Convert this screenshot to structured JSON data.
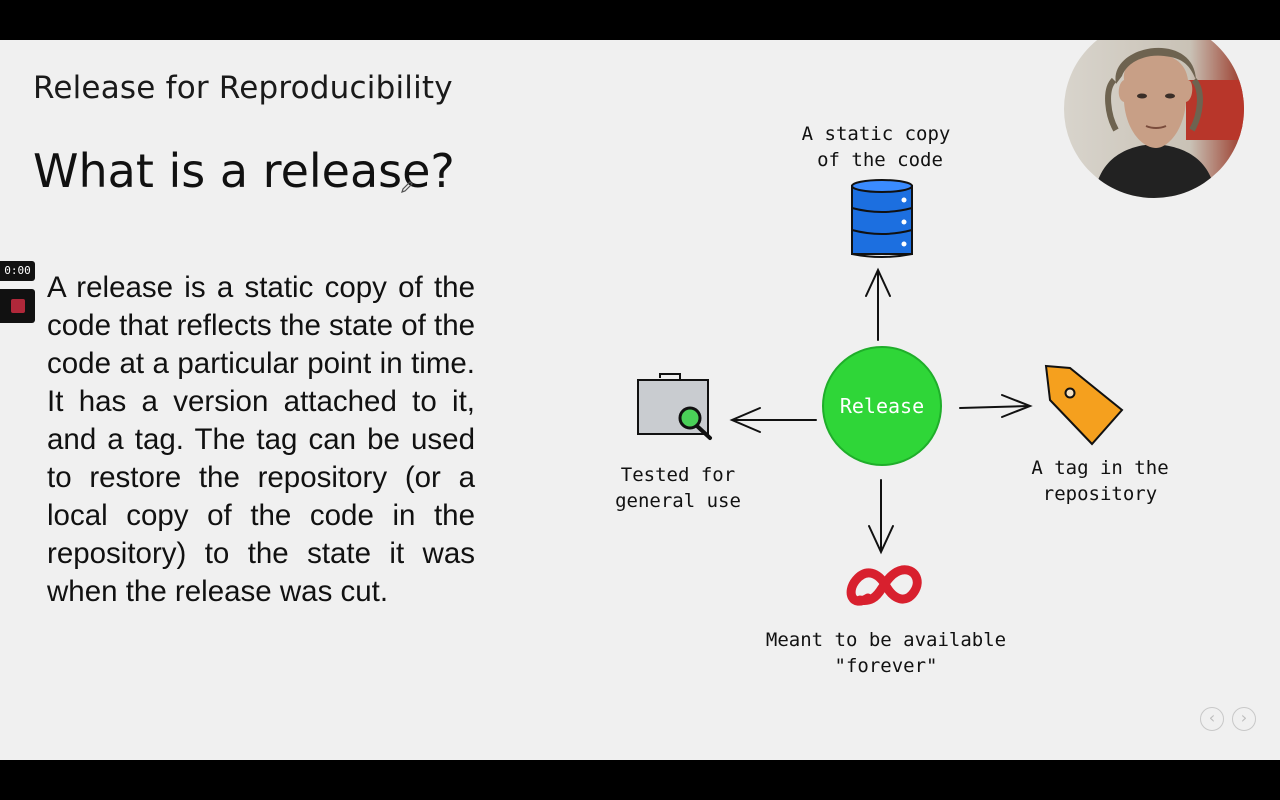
{
  "slide": {
    "section_title": "Release for Reproducibility",
    "title": "What is a release?",
    "body": "A release is a static copy of the code that reflects the state of the code at a particular point in time. It has a version attached to it, and a tag. The tag can be used to restore the repository (or a local copy of the code in the repository) to the state it was when the release was cut."
  },
  "recorder": {
    "timer": "0:00"
  },
  "diagram": {
    "center_label": "Release",
    "top_label_line1": "A static copy",
    "top_label_line2": "of the code",
    "right_label_line1": "A tag in the",
    "right_label_line2": "repository",
    "bottom_label_line1": "Meant to be available",
    "bottom_label_line2": "\"forever\"",
    "left_label_line1": "Tested for",
    "left_label_line2": "general use"
  },
  "nav": {
    "prev": "‹",
    "next": "›"
  },
  "colors": {
    "center_circle": "#2fd638",
    "database": "#1c6fe0",
    "tag": "#f5a01e",
    "infinity": "#d8202e",
    "folder": "#c9ccd0"
  }
}
